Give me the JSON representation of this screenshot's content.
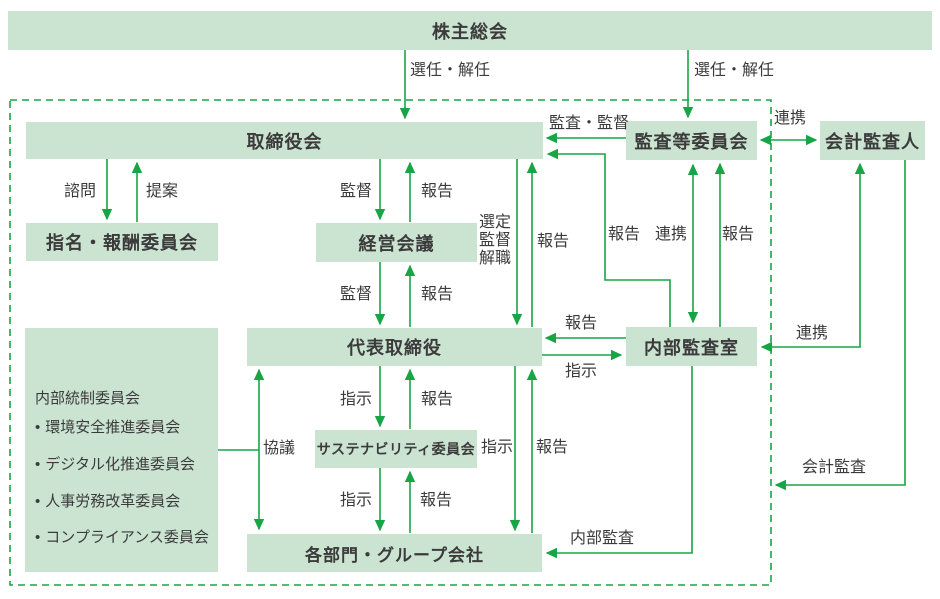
{
  "diagram": {
    "nodes": {
      "shareholders": "株主総会",
      "board": "取締役会",
      "nomination_committee": "指名・報酬委員会",
      "management_meeting": "経営会議",
      "audit_committee": "監査等委員会",
      "accounting_auditor": "会計監査人",
      "representative_director": "代表取締役",
      "internal_audit_office": "内部監査室",
      "sustainability_committee": "サステナビリティ委員会",
      "departments": "各部門・グループ会社",
      "internal_control": {
        "title": "内部統制委員会",
        "items": [
          "環境安全推進委員会",
          "デジタル化推進委員会",
          "人事労務改革委員会",
          "コンプライアンス委員会"
        ]
      }
    },
    "labels": {
      "elect_dismiss_left": "選任・解任",
      "elect_dismiss_right": "選任・解任",
      "advise": "諮問",
      "propose": "提案",
      "supervise_board_mgmt": "監督",
      "report_mgmt_board": "報告",
      "audit_supervise": "監査・監督",
      "cooperate_auditcom_auditor": "連携",
      "select_supervise_dismiss": [
        "選定",
        "監督",
        "解職"
      ],
      "report_rep_board": "報告",
      "report_iao_board": "報告",
      "cooperate_iao_auditcom": "連携",
      "report_iao_auditcom": "報告",
      "supervise_mgmt_rep": "監督",
      "report_rep_mgmt": "報告",
      "report_iao_rep": "報告",
      "instruct_rep_iao": "指示",
      "cooperate_iao_auditor": "連携",
      "instruct_rep_sus": "指示",
      "report_sus_rep": "報告",
      "consult": "協議",
      "instruct_rep_dept": "指示",
      "report_dept_rep": "報告",
      "instruct_sus_dept": "指示",
      "report_dept_sus": "報告",
      "internal_audit": "内部監査",
      "accounting_audit": "会計監査"
    },
    "colors": {
      "box_fill": "#cbe3d1",
      "line_green": "#17a546",
      "text": "#3b3b3b"
    }
  }
}
